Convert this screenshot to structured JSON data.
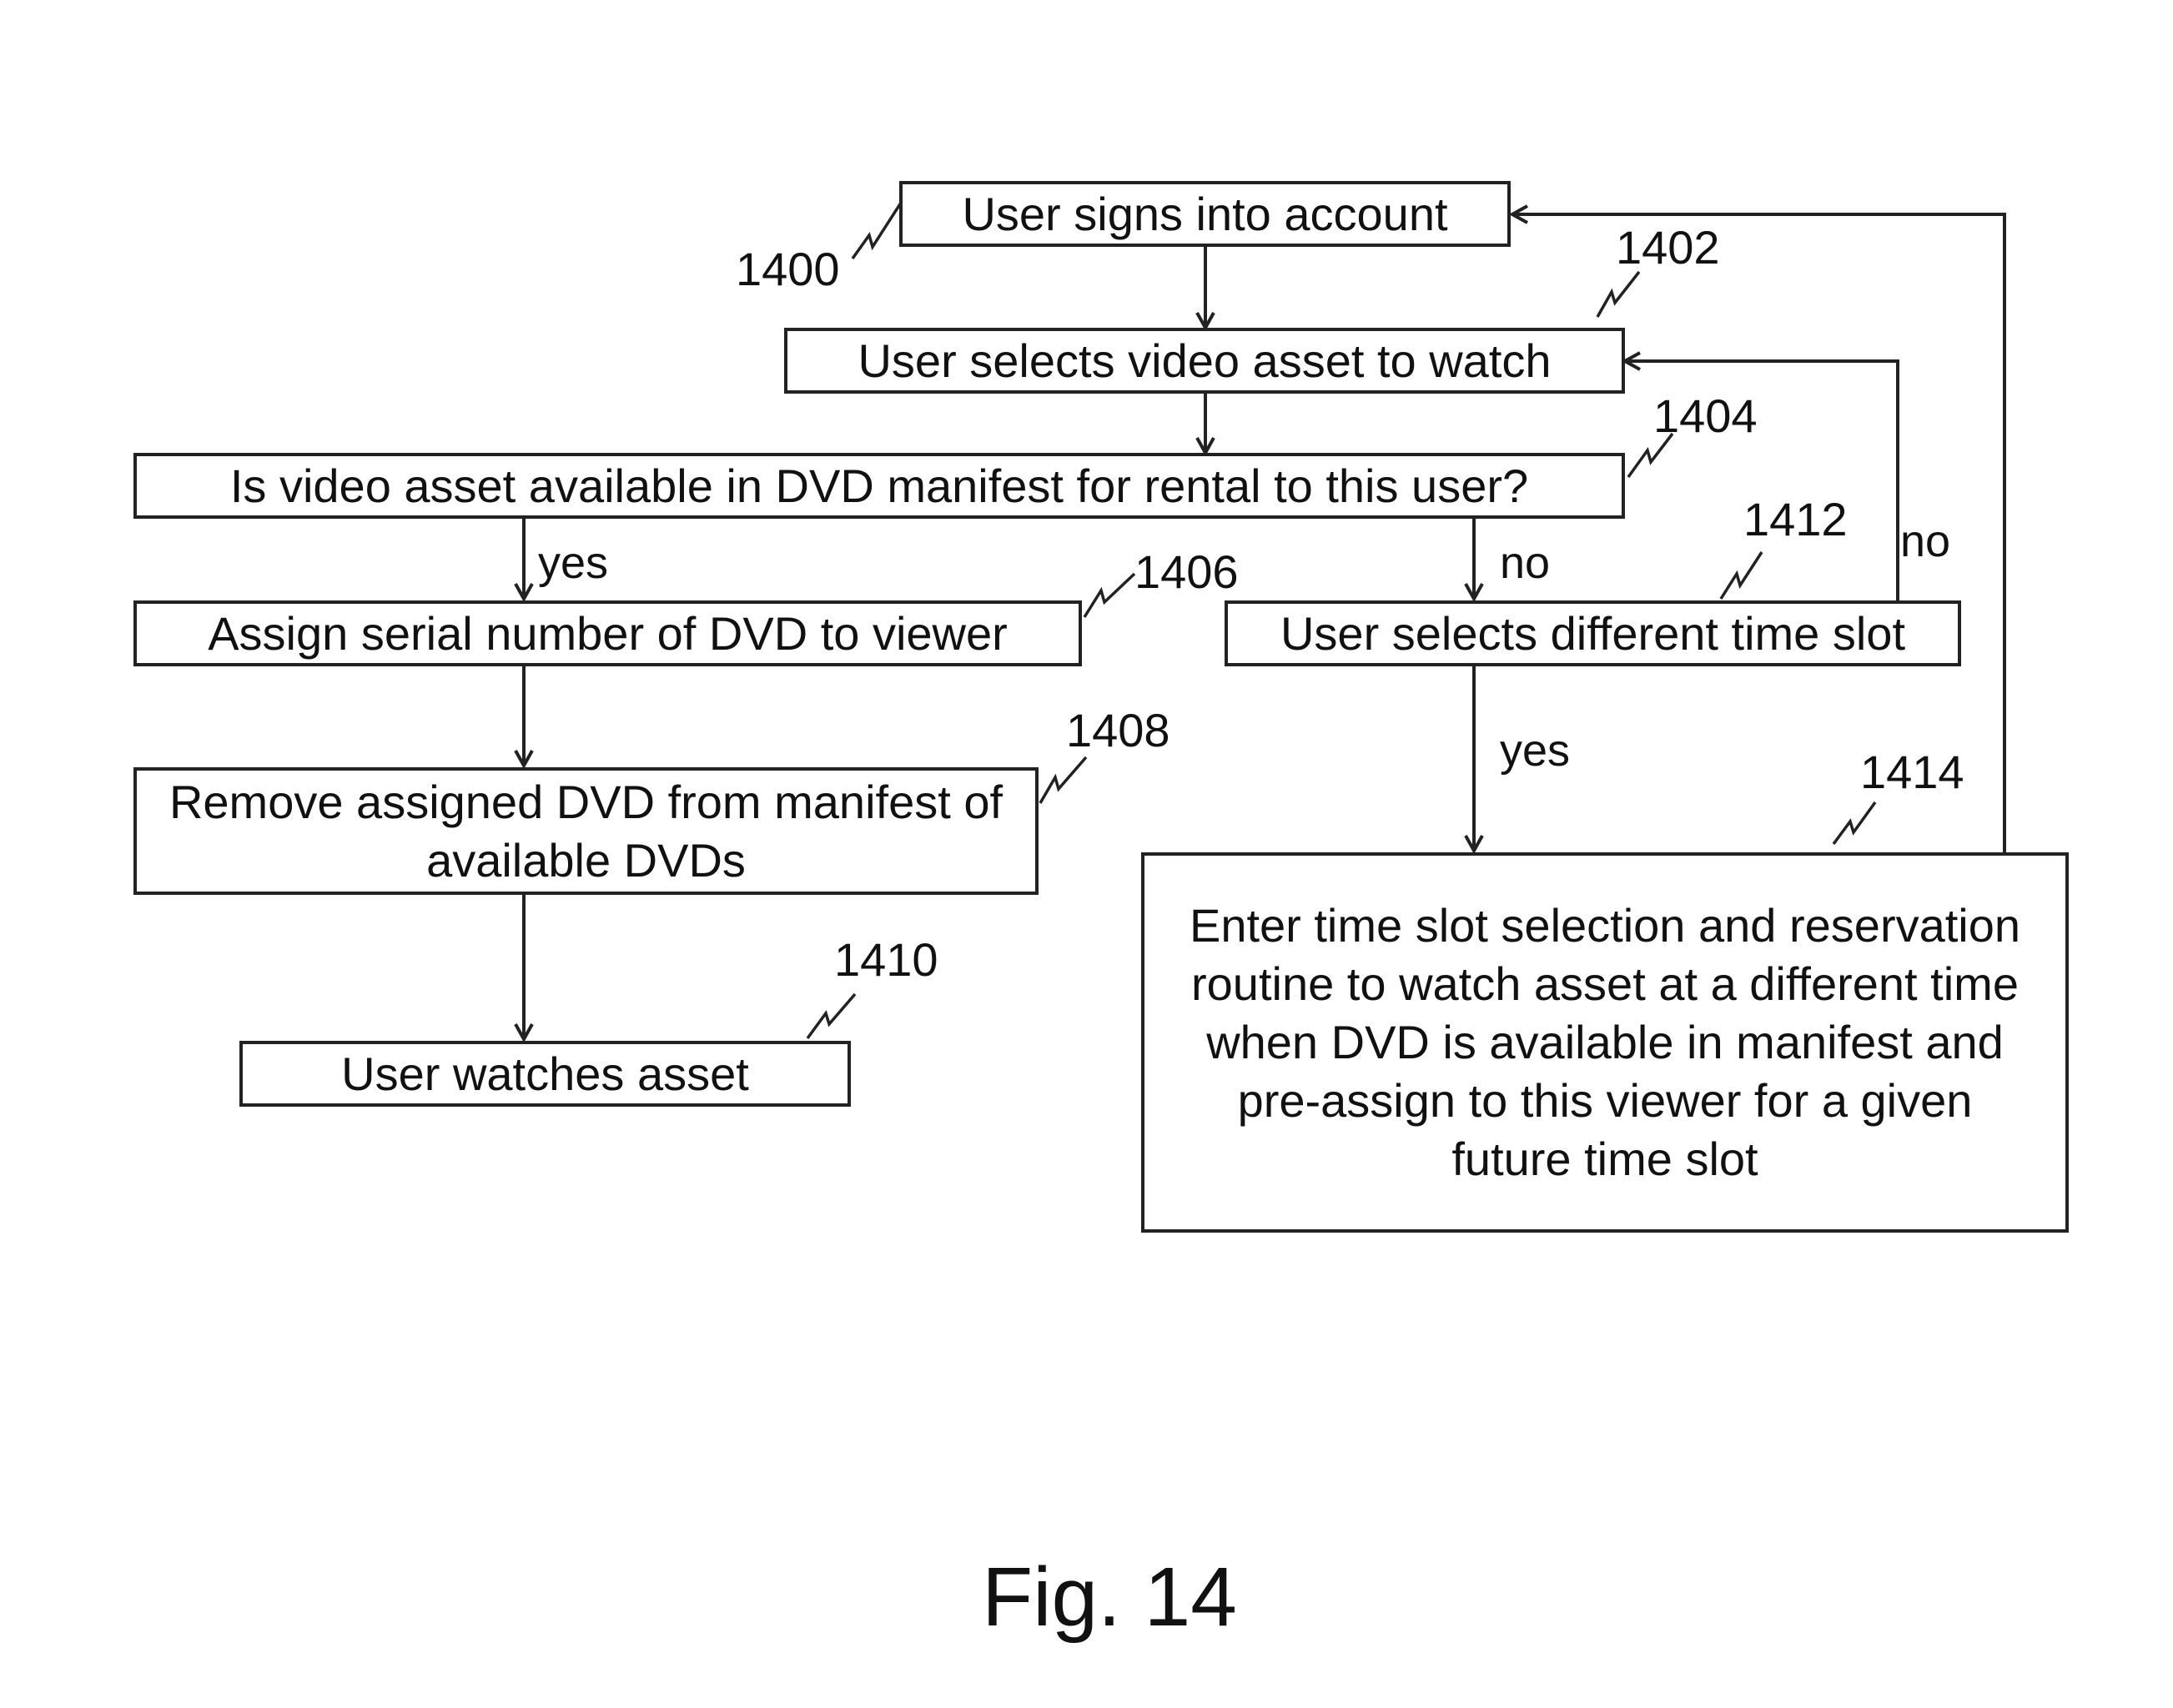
{
  "boxes": {
    "b1400": "User signs into account",
    "b1402": "User selects video asset to watch",
    "b1404": "Is video asset available in DVD manifest for rental to this user?",
    "b1406": "Assign serial number of DVD to viewer",
    "b1408": "Remove assigned DVD from manifest of\navailable DVDs",
    "b1410": "User watches asset",
    "b1412": "User selects different time slot",
    "b1414": "Enter time slot selection and reservation\nroutine to watch asset at a different time\nwhen DVD is available in manifest and\npre-assign to this viewer for a given\nfuture time slot"
  },
  "refs": {
    "r1400": "1400",
    "r1402": "1402",
    "r1404": "1404",
    "r1406": "1406",
    "r1408": "1408",
    "r1410": "1410",
    "r1412": "1412",
    "r1414": "1414"
  },
  "edge_labels": {
    "yes_1404": "yes",
    "no_1404": "no",
    "no_1412": "no",
    "yes_1412": "yes"
  },
  "caption": "Fig. 14"
}
